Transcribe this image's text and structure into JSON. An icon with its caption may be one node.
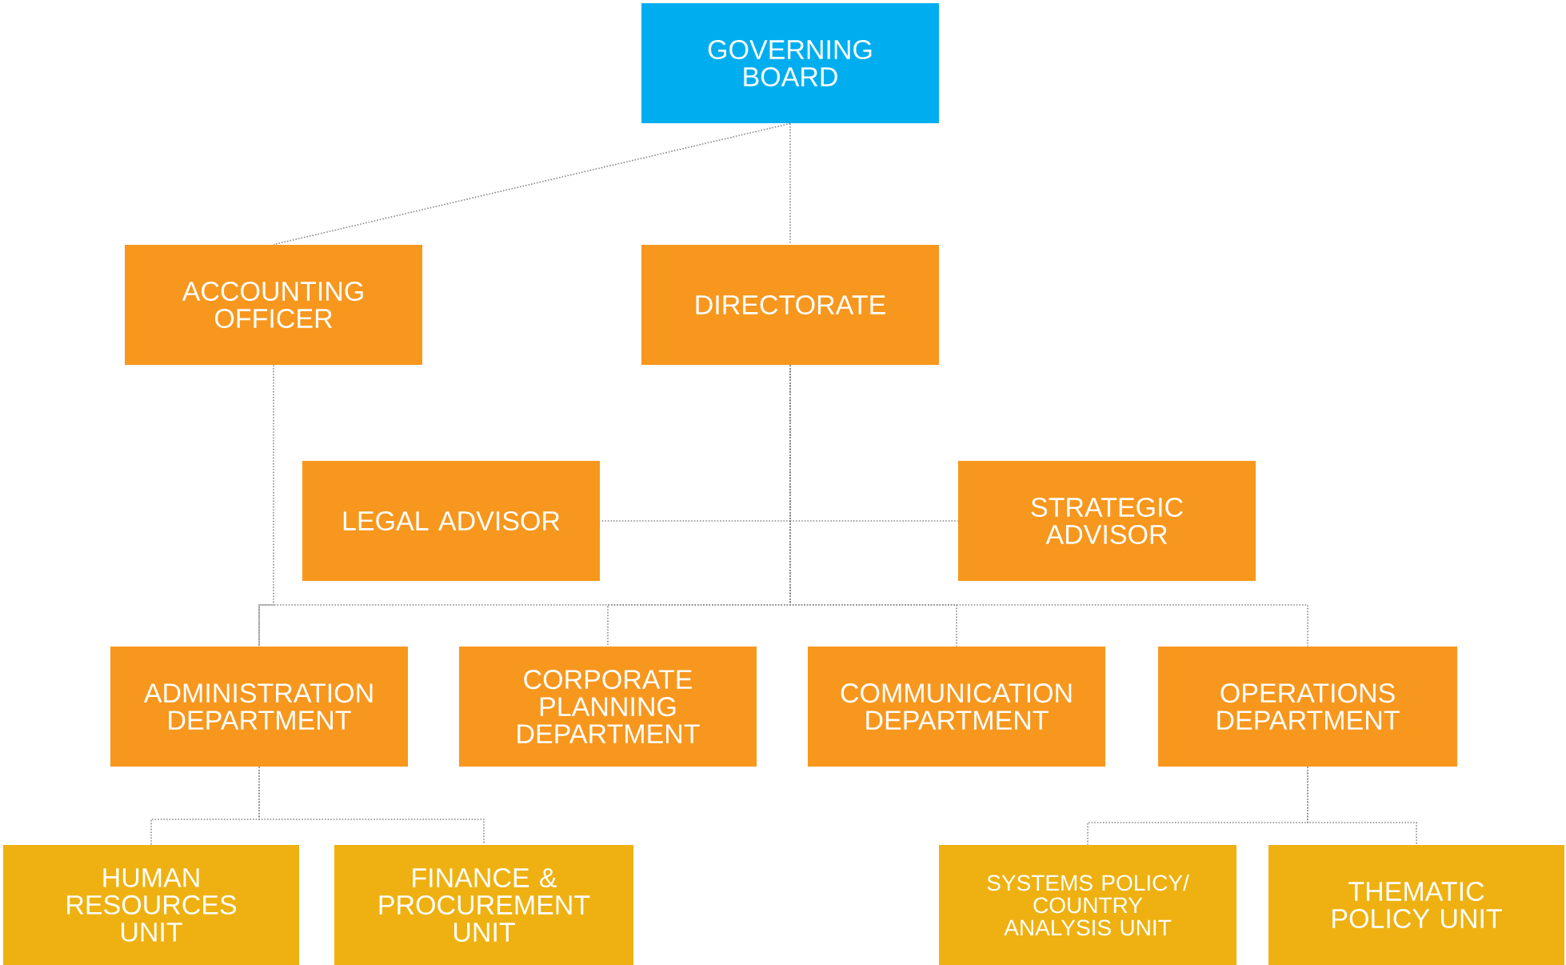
{
  "diagram": {
    "nodes": [
      {
        "text": [
          "GOVERNING BOARD"
        ]
      },
      {
        "text": [
          "ACCOUNTING OFFICER"
        ]
      },
      {
        "text": [
          "DIRECTORATE"
        ]
      },
      {
        "text": [
          "LEGAL ADVISOR"
        ]
      },
      {
        "text": [
          "STRATEGIC ADVISOR"
        ]
      },
      {
        "text": [
          "ADMINISTRATION DEPARTMENT"
        ]
      },
      {
        "text": [
          "CORPORATE PLANNING DEPARTMENT"
        ]
      },
      {
        "text": [
          "COMMUNICATION DEPARTMENT"
        ]
      },
      {
        "text": [
          "OPERATIONS DEPARTMENT"
        ]
      },
      {
        "text": [
          "HUMAN RESOURCES UNIT"
        ]
      },
      {
        "text": [
          "FINANCE & PROCUREMENT UNIT"
        ]
      },
      {
        "text": [
          "SYSTEMS POLICY/ COUNTRY ANALYSIS UNIT"
        ]
      },
      {
        "text": [
          "THEMATIC POLICY UNIT"
        ]
      }
    ],
    "edges": [
      {
        "from": 0,
        "to": 1,
        "arrow": "none"
      },
      {
        "from": 0,
        "to": 2,
        "arrow": "none"
      },
      {
        "from": 2,
        "to": 3,
        "arrow": "none"
      },
      {
        "from": 2,
        "to": 4,
        "arrow": "none"
      },
      {
        "from": 1,
        "to": 5,
        "arrow": "none"
      },
      {
        "from": 2,
        "to": 5,
        "arrow": "none"
      },
      {
        "from": 2,
        "to": 6,
        "arrow": "none"
      },
      {
        "from": 2,
        "to": 7,
        "arrow": "none"
      },
      {
        "from": 2,
        "to": 8,
        "arrow": "none"
      },
      {
        "from": 5,
        "to": 9,
        "arrow": "none"
      },
      {
        "from": 5,
        "to": 10,
        "arrow": "none"
      },
      {
        "from": 8,
        "to": 11,
        "arrow": "none"
      },
      {
        "from": 8,
        "to": 12,
        "arrow": "none"
      }
    ]
  }
}
